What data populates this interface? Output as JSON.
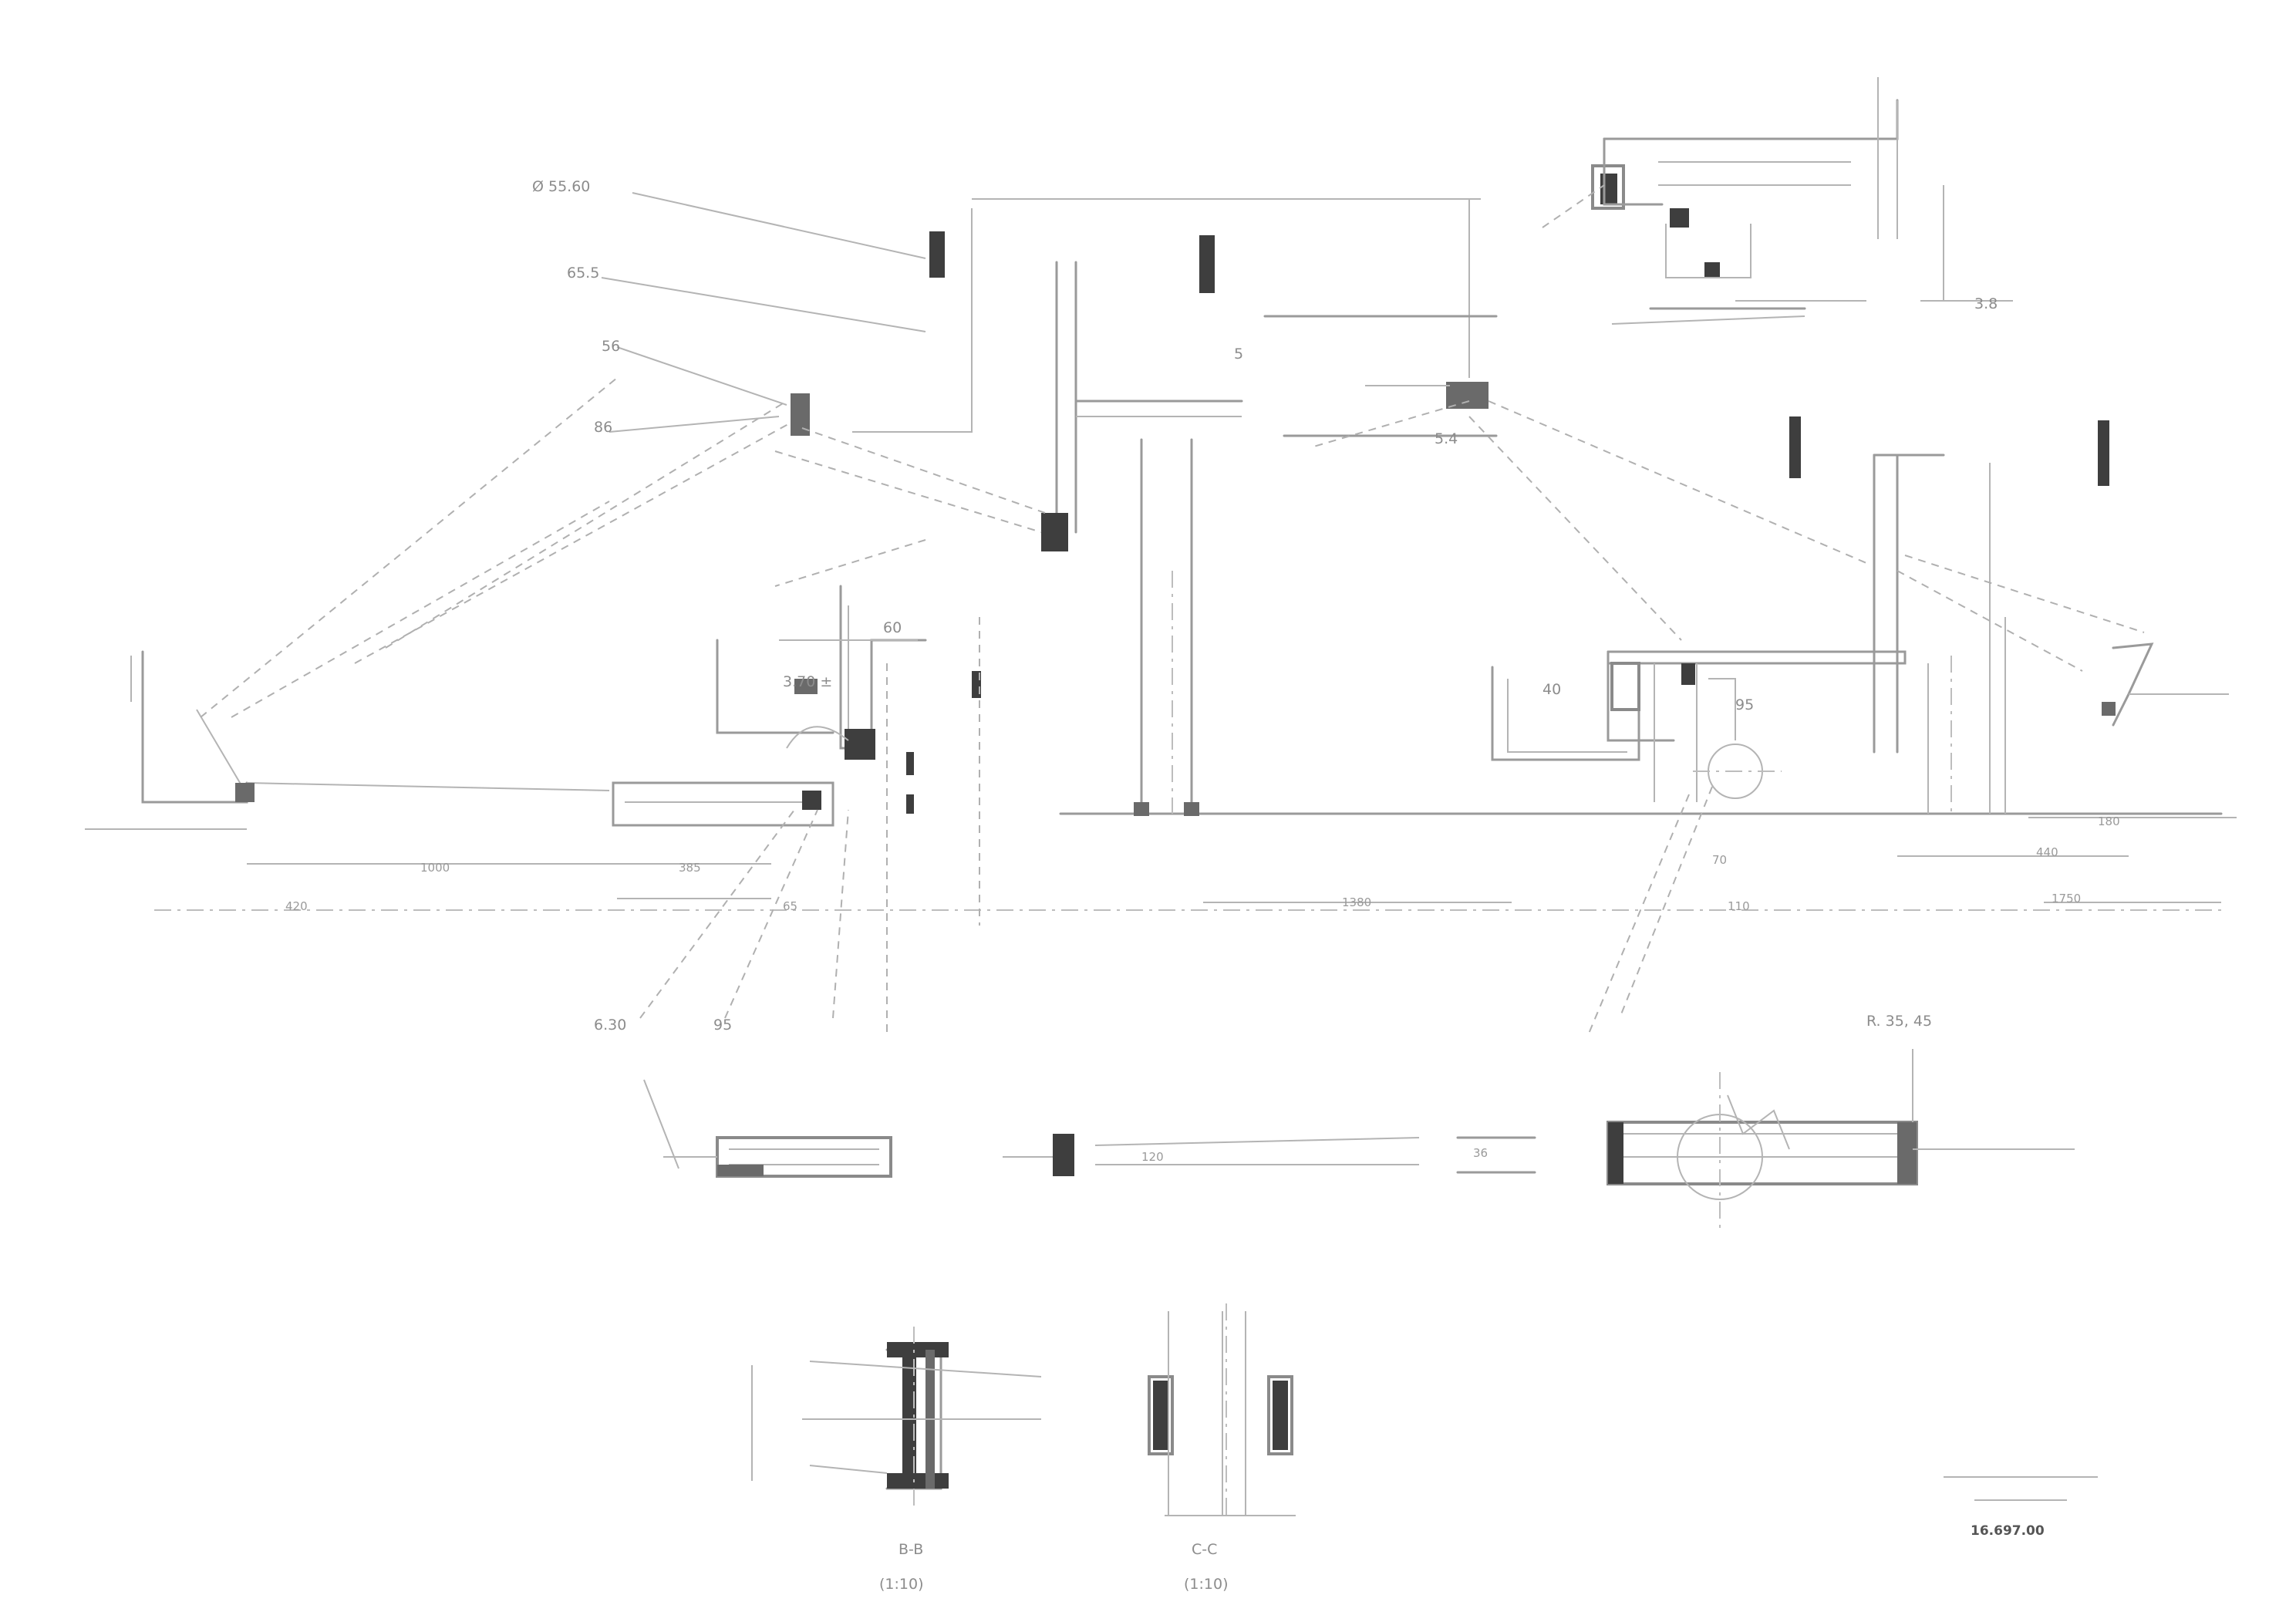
{
  "drawing": {
    "callouts": {
      "c1": "Ø 55.60",
      "c2": "65.5",
      "c3": "56",
      "c4": "86",
      "c5": "6.30",
      "c6": "95",
      "c7": "3.70 ±",
      "c8": "60",
      "c9": "40",
      "c10": "95",
      "c11": "3.8",
      "c12": "5",
      "c13": "5.4",
      "c14": "R. 35, 45"
    },
    "dimensions": {
      "d1": "420",
      "d2": "1000",
      "d3": "385",
      "d4": "65",
      "d5": "1380",
      "d6": "70",
      "d7": "440",
      "d8": "110",
      "d9": "120",
      "d10": "36",
      "d11": "1750",
      "d12": "180"
    },
    "sections": [
      {
        "name": "B-B",
        "scale": "(1:10)"
      },
      {
        "name": "C-C",
        "scale": "(1:10)"
      }
    ],
    "title_block": {
      "line1": "",
      "line2": "",
      "number": "16.697.00"
    }
  }
}
